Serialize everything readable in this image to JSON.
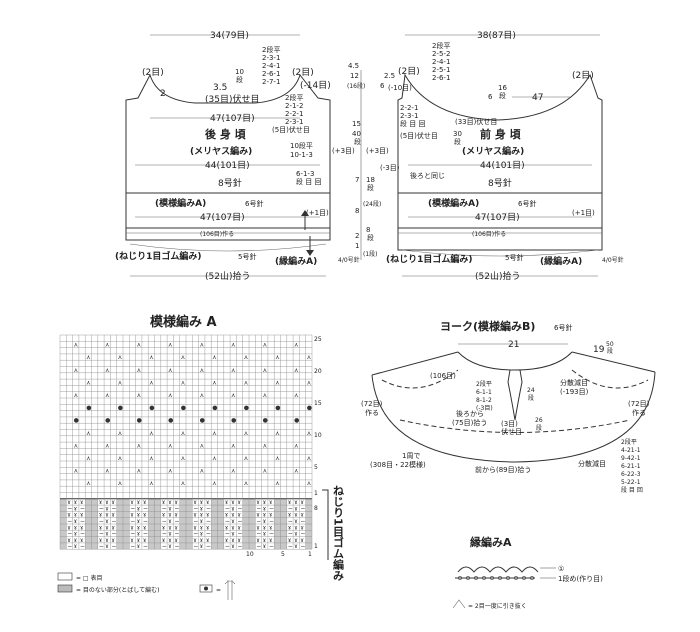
{
  "back": {
    "width_label": "34(79目)",
    "title": "後 身 頃",
    "subtitle": "(メリヤス編み)",
    "neck_rule": [
      "2段平",
      "2-3-1",
      "2-4-1",
      "2-6-1",
      "2-7-1"
    ],
    "shoulder_left": "(2目)",
    "shoulder_right": "(2目)",
    "neck_depth": "3.5",
    "neck_rows": "10",
    "neck_rows_unit": "段",
    "neck_dots": "(-14目)",
    "side_2": "2",
    "side_4_5": "4.5",
    "side_12": "12",
    "side_16": "(16段)",
    "stitch_35": "(35目)伏せ目",
    "armhole_rule": [
      "2段平",
      "2-1-2",
      "2-2-1",
      "2-3-1"
    ],
    "armhole_bind": "(5目)伏せ目",
    "w47_upper": "47(107目)",
    "side_15": "15",
    "side_40": "40",
    "side_40_unit": "段",
    "side_rule": [
      "10段平",
      "10-1-3"
    ],
    "plus3": "(+3目)",
    "w44": "44(101目)",
    "dec_rule": [
      "6-1-3",
      "段 目 回"
    ],
    "minus3": "(-3目)",
    "needle8": "8号針",
    "pattern": "(模様編みA)",
    "needle6": "6号針",
    "w47_lower": "47(107目)",
    "plus1": "(+1目)",
    "cast_on": "(106目)作る",
    "ribbing": "(ねじり1目ゴム編み)",
    "needle5": "5号針",
    "edging": "(縁編みA)",
    "needle_45": "4/0号針",
    "pick_up": "(52山)拾う"
  },
  "center_rows": {
    "r7": "7",
    "r18": "18",
    "r18u": "段",
    "r8": "8",
    "r24": "(24段)",
    "r8b": "8",
    "r8bu": "段",
    "r2": "2",
    "r1": "1",
    "r1u": "(1段)",
    "plus3b": "(+3目)",
    "minus3b": "(-3目)"
  },
  "front": {
    "width_label": "38(87目)",
    "title": "前 身 頃",
    "subtitle": "(メリヤス編み)",
    "neck_rule": [
      "2段平",
      "2-5-2",
      "2-4-1",
      "2-5-1",
      "2-6-1"
    ],
    "minus10": "(-10目)",
    "shoulder_left": "(2目)",
    "shoulder_right": "(2目)",
    "side_2_5": "2.5",
    "side_6": "6",
    "side_16": "16",
    "side_16_unit": "段",
    "w6": "6",
    "w47": "47",
    "stitch_33": "(33目)伏せ目",
    "armhole_rule": [
      "2-2-1",
      "2-3-1",
      "段 目 回"
    ],
    "side_30": "30",
    "side_30_unit": "段",
    "armhole_bind": "(5目)伏せ目",
    "w44": "44(101目)",
    "same_as_back": "後ろと同じ",
    "needle8": "8号針",
    "pattern": "(模様編みA)",
    "needle6": "6号針",
    "w47_lower": "47(107目)",
    "plus1": "(+1目)",
    "cast_on": "(106目)作る",
    "ribbing": "(ねじり1目ゴム編み)",
    "needle5": "5号針",
    "edging": "(縁編みA)",
    "needle_45": "4/0号針",
    "pick_up": "(52山)拾う"
  },
  "chart_a": {
    "title": "模様編み A",
    "row_numbers": [
      "25",
      "20",
      "15",
      "10",
      "5",
      "1"
    ],
    "col_numbers": [
      "10",
      "5",
      "1"
    ],
    "side_label": "ねじり1目ゴム編み",
    "side_num_8": "8",
    "side_num_1": "1",
    "legend1": "= □ 表目",
    "legend2": "= 目のない部分(とばして編む)",
    "legend3": "="
  },
  "yoke": {
    "title": "ヨーク(模様編みB)",
    "needle": "6号針",
    "width21": "21",
    "right_19": "19",
    "right_50": "50",
    "right_50u": "段",
    "label_106": "(106目)",
    "dec_rule": [
      "2段平",
      "6-1-1",
      "8-1-2",
      "(-3目)"
    ],
    "side_24": "24",
    "side_24u": "段",
    "dec_label": "分散減目",
    "dec_count": "(-193目)",
    "left_72": "(72目)",
    "left_72u": "作る",
    "right_72": "(72目)",
    "right_72u": "作る",
    "back_pick": "後ろから",
    "back_pick2": "(75目)拾う",
    "center3": "(3目)",
    "center3u": "伏せ目",
    "side_26": "26",
    "side_26u": "段",
    "round_label": "1周で",
    "round_count": "(308目・22模様)",
    "front_pick": "前から(89目)拾う",
    "dist_dec": "分散減目",
    "dist_rule": [
      "2段平",
      "4-21-1",
      "9-42-1",
      "6-21-1",
      "6-22-3",
      "5-22-1",
      "段 目 回"
    ]
  },
  "edging_a": {
    "title": "縁編みA",
    "row1": "①",
    "row1_label": "1段め(作り目)",
    "legend": "= 2目一度に引き抜く"
  }
}
